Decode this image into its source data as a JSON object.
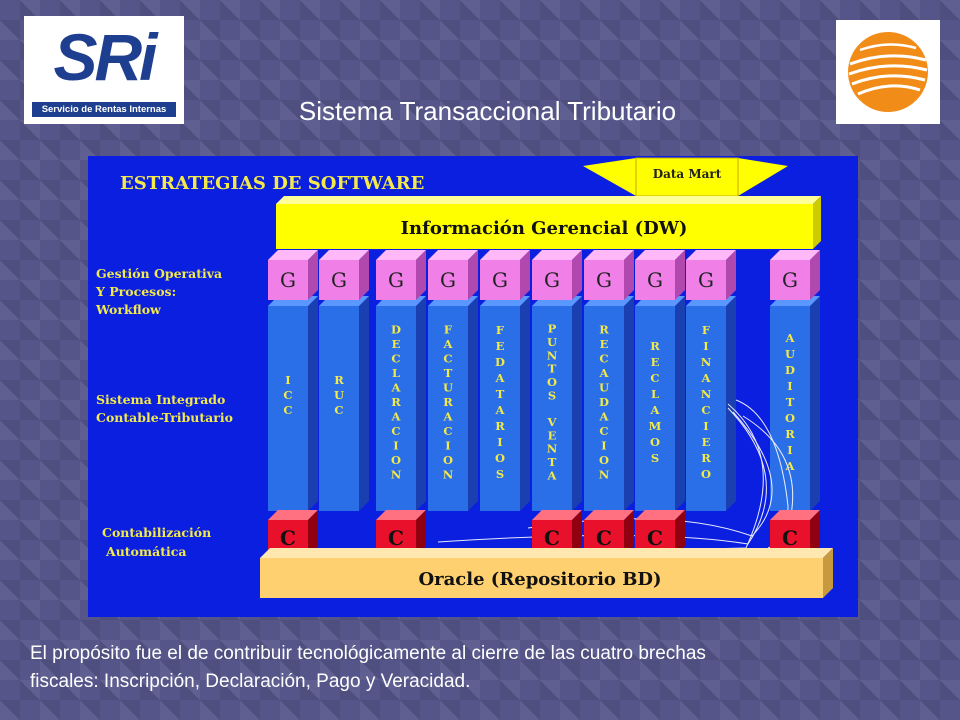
{
  "logo": {
    "letters": "SRi",
    "caption": "Servicio de Rentas Internas"
  },
  "title": "Sistema Transaccional Tributario",
  "diagram": {
    "heading": "ESTRATEGIAS DE SOFTWARE",
    "data_mart": "Data Mart",
    "dw": "Información Gerencial (DW)",
    "oracle": "Oracle (Repositorio BD)",
    "side_labels": {
      "gestion": [
        "Gestión Operativa",
        "Y Procesos:",
        "Workflow"
      ],
      "sistema": [
        "Sistema  Integrado",
        "Contable-Tributario"
      ],
      "contab": [
        "Contabilización",
        "Automática"
      ]
    },
    "g_letter": "G",
    "c_letter": "C",
    "modules": [
      {
        "label": "ICC",
        "has_c": true
      },
      {
        "label": "RUC",
        "has_c": false
      },
      {
        "label": "DECLARACION",
        "has_c": true
      },
      {
        "label": "FACTURACION",
        "has_c": false
      },
      {
        "label": "FEDATARIOS",
        "has_c": false
      },
      {
        "label": "PUNTOS VENTA",
        "has_c": true
      },
      {
        "label": "RECAUDACION",
        "has_c": true
      },
      {
        "label": "RECLAMOS",
        "has_c": true
      },
      {
        "label": "FINANCIERO",
        "has_c": false
      },
      {
        "label": "AUDITORIA",
        "has_c": true
      }
    ],
    "colors": {
      "background": "#0b1fe0",
      "column": "#2a6fe8",
      "g_box": "#f080e8",
      "c_box": "#e8102a",
      "yellow_bar": "#ffff00",
      "oracle_bar": "#ffd070",
      "label_text": "#f2e94a"
    }
  },
  "footer": {
    "line1": "El propósito fue el de contribuir tecnológicamente al cierre de las cuatro brechas",
    "line2": "fiscales: Inscripción, Declaración, Pago y Veracidad."
  }
}
